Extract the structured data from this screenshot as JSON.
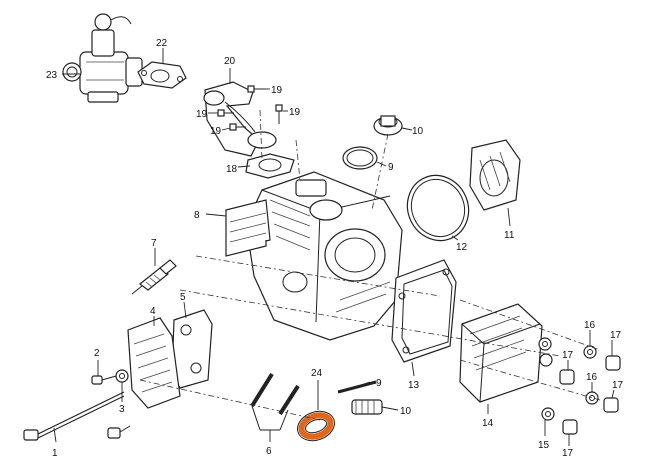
{
  "diagram": {
    "highlight_color": "#e0661a",
    "labels": {
      "p1": "1",
      "p2": "2",
      "p3": "3",
      "p4": "4",
      "p5": "5",
      "p6": "6",
      "p7": "7",
      "p8": "8",
      "p9a": "9",
      "p9b": "9",
      "p10a": "10",
      "p10b": "10",
      "p11": "11",
      "p12": "12",
      "p13": "13",
      "p14": "14",
      "p15": "15",
      "p16a": "16",
      "p16b": "16",
      "p17a": "17",
      "p17b": "17",
      "p17c": "17",
      "p17d": "17",
      "p18": "18",
      "p19a": "19",
      "p19b": "19",
      "p19c": "19",
      "p20": "20",
      "p22": "22",
      "p23": "23",
      "p24": "24"
    }
  }
}
